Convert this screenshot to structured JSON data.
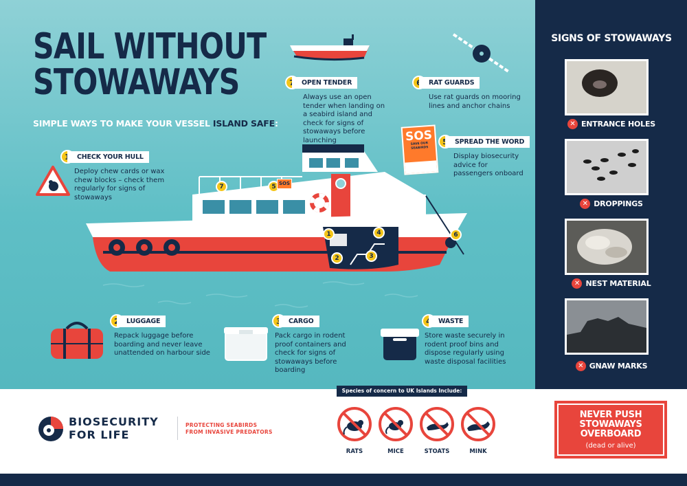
{
  "title": {
    "line1": "SAIL WITHOUT",
    "line2": "STOWAWAYS"
  },
  "subtitle": {
    "prefix": "SIMPLE WAYS TO MAKE YOUR VESSEL ",
    "highlight": "ISLAND SAFE",
    "suffix": ":"
  },
  "tips": [
    {
      "number": "1",
      "heading": "CHECK YOUR HULL",
      "text": "Deploy chew cards or wax chew blocks – check them regularly for signs of stowaways"
    },
    {
      "number": "2",
      "heading": "LUGGAGE",
      "text": "Repack luggage before boarding and never leave unattended on harbour side"
    },
    {
      "number": "3",
      "heading": "CARGO",
      "text": "Pack cargo in rodent proof containers and check for signs of stowaways before boarding"
    },
    {
      "number": "4",
      "heading": "WASTE",
      "text": "Store waste securely in rodent proof bins and dispose regularly using waste disposal facilities"
    },
    {
      "number": "5",
      "heading": "SPREAD THE WORD",
      "text": "Display biosecurity advice for passengers onboard"
    },
    {
      "number": "6",
      "heading": "RAT GUARDS",
      "text": "Use rat guards on mooring lines and anchor chains"
    },
    {
      "number": "7",
      "heading": "OPEN TENDER",
      "text": "Always use an open tender when landing on a seabird island and check for signs of stowaways before launching"
    }
  ],
  "boat_markers": [
    "1",
    "2",
    "3",
    "4",
    "5",
    "6",
    "7"
  ],
  "sos_card": {
    "big": "SOS",
    "small": "SAVE OUR SEABIRDS"
  },
  "signs": {
    "title": "SIGNS OF STOWAWAYS",
    "items": [
      {
        "label": "ENTRANCE HOLES"
      },
      {
        "label": "DROPPINGS"
      },
      {
        "label": "NEST MATERIAL"
      },
      {
        "label": "GNAW MARKS"
      }
    ]
  },
  "footer": {
    "logo_line1": "BIOSECURITY",
    "logo_line2": "FOR LIFE",
    "tagline_line1": "PROTECTING SEABIRDS",
    "tagline_line2": "FROM INVASIVE PREDATORS",
    "species_heading": "Species of concern to UK Islands Include:",
    "species": [
      "RATS",
      "MICE",
      "STOATS",
      "MINK"
    ],
    "warning_line1": "NEVER PUSH",
    "warning_line2": "STOWAWAYS",
    "warning_line3": "OVERBOARD",
    "warning_small": "(dead or alive)"
  },
  "colors": {
    "navy": "#152a48",
    "teal": "#5fbfc6",
    "red": "#e8453c",
    "yellow": "#f5c518"
  }
}
